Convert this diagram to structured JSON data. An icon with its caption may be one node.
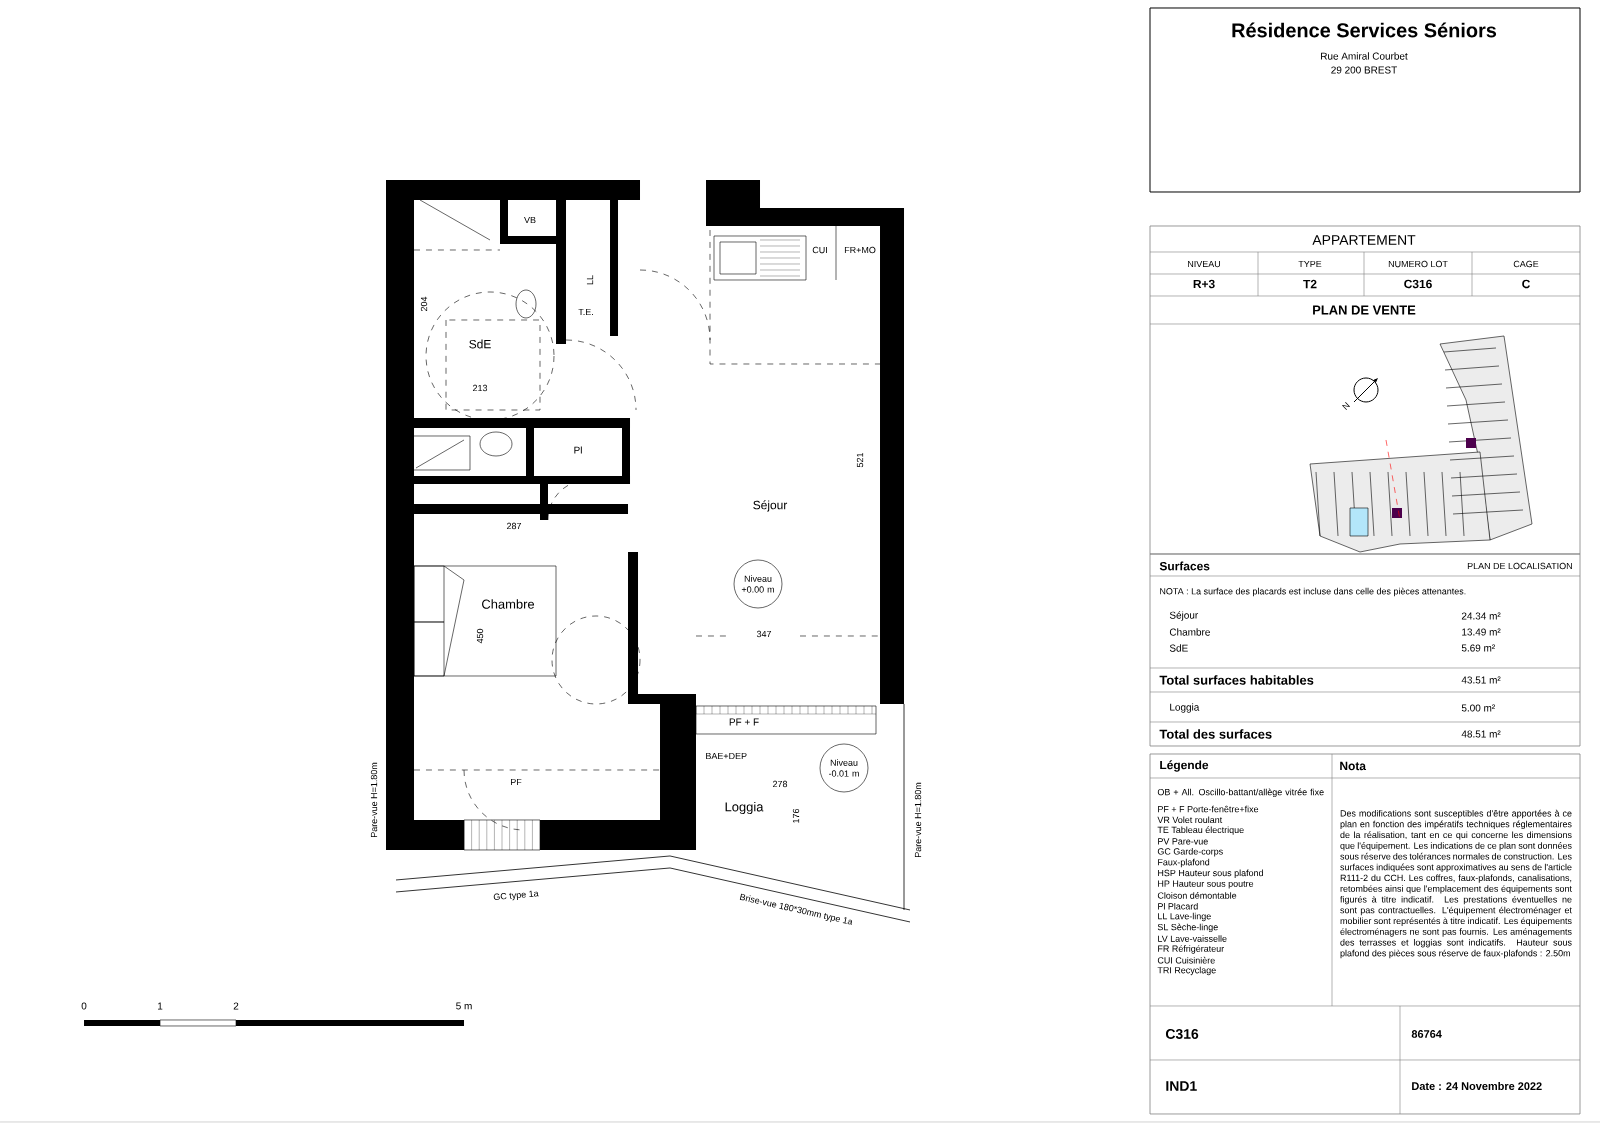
{
  "diagram": {
    "title": "Résidence Services Séniors",
    "labels": [
      "Rue Amiral Courbet",
      "29 200 BREST",
      "APPARTEMENT",
      "NIVEAU",
      "TYPE",
      "NUMERO LOT",
      "CAGE",
      "R+3",
      "T2",
      "C316",
      "C",
      "PLAN DE VENTE",
      "N",
      "Surfaces",
      "PLAN DE LOCALISATION",
      "NOTA : La surface des placards est incluse dans celle des pièces attenantes.",
      "Séjour",
      "24.34 m²",
      "Chambre",
      "13.49 m²",
      "SdE",
      "5.69 m²",
      "Total surfaces habitables",
      "43.51 m²",
      "Loggia",
      "5.00 m²",
      "Total des surfaces",
      "48.51 m²",
      "Légende",
      "Nota",
      "OB + All. Oscillo-battant/allège vitrée fixe",
      "PF + F Porte-fenêtre+fixe",
      "VR Volet roulant",
      "TE Tableau électrique",
      "PV Pare-vue",
      "GC Garde-corps",
      "Faux-plafond",
      "HSP Hauteur sous plafond",
      "HP Hauteur sous poutre",
      "Cloison démontable",
      "Pl Placard",
      "LL Lave-linge",
      "SL Sèche-linge",
      "LV Lave-vaisselle",
      "FR Réfrigérateur",
      "CUI Cuisinière",
      "TRI Recyclage",
      "Des modifications sont susceptibles d'être apportées à ce plan en fonction des impératifs techniques réglementaires de la réalisation, tant en ce qui concerne les dimensions que l'équipement. Les indications de ce plan sont données sous réserve des tolérances normales de construction. Les surfaces indiquées sont approximatives au sens de l'article R111-2 du CCH. Les coffres, faux-plafonds, canalisations, retombées ainsi que l'emplacement des équipements sont figurés à titre indicatif. Les prestations éventuelles ne sont pas contractuelles. L'équipement électroménager et mobilier sont représentés à titre indicatif. Les équipements électroménagers ne sont pas fournis. Les aménagements des terrasses et loggias sont indicatifs. Hauteur sous plafond des pièces sous réserve de faux-plafonds : 2.50m",
      "C316",
      "86764",
      "IND1",
      "Date : 24 Novembre 2022",
      "VB",
      "LL",
      "T.E.",
      "SdE",
      "213",
      "204",
      "Pl",
      "Séjour",
      "521",
      "287",
      "Chambre",
      "450",
      "Niveau +0.00 m",
      "347",
      "PF + F",
      "PF",
      "BAE+DEP",
      "Niveau -0.01 m",
      "278",
      "176",
      "Loggia",
      "CUI",
      "FR+MO",
      "Pare-vue H=1.80m",
      "Pare-vue H=1.80m",
      "GC type 1a",
      "Brise-vue 180*30mm type 1a",
      "0",
      "1",
      "2",
      "5 m"
    ]
  }
}
